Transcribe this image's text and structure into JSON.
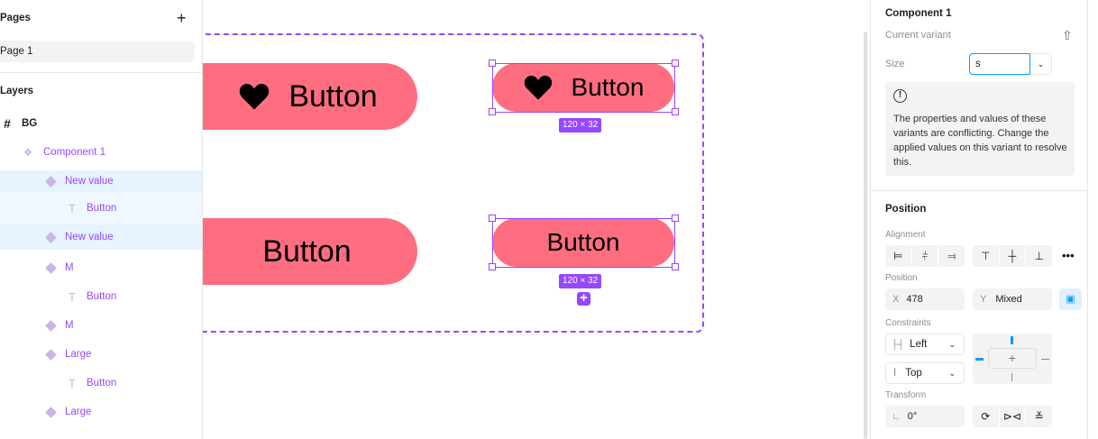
{
  "pages": {
    "title": "Pages",
    "add_icon": "plus-icon",
    "items": [
      {
        "label": "Page 1",
        "selected": true
      }
    ]
  },
  "layers": {
    "title": "Layers",
    "items": [
      {
        "label": "BG",
        "icon": "frame-hash-icon"
      },
      {
        "label": "Component 1",
        "icon": "component-set-icon"
      },
      {
        "label": "New value",
        "icon": "variant-diamond-icon",
        "state": "selected"
      },
      {
        "label": "Button",
        "icon": "text-icon",
        "state": "child-selected"
      },
      {
        "label": "New value",
        "icon": "variant-diamond-icon",
        "state": "selected"
      },
      {
        "label": "M",
        "icon": "variant-diamond-icon"
      },
      {
        "label": "Button",
        "icon": "text-icon"
      },
      {
        "label": "M",
        "icon": "variant-diamond-icon"
      },
      {
        "label": "Large",
        "icon": "variant-diamond-icon"
      },
      {
        "label": "Button",
        "icon": "text-icon"
      },
      {
        "label": "Large",
        "icon": "variant-diamond-icon"
      }
    ]
  },
  "canvas": {
    "button_label": "Button",
    "dimension_label": "120 × 32",
    "button_color": "#ff6e80",
    "selection_color": "#9747ff"
  },
  "inspector": {
    "title": "Component 1",
    "current_variant": "Current variant",
    "property_name": "Size",
    "property_value": "s",
    "warning": "The properties and values of these variants are conflicting. Change the applied values on this variant to resolve this.",
    "position_title": "Position",
    "alignment_label": "Alignment",
    "position_label": "Position",
    "x_label": "X",
    "x_value": "478",
    "y_label": "Y",
    "y_value": "Mixed",
    "constraints_label": "Constraints",
    "h_constraint": "Left",
    "v_constraint": "Top",
    "transform_label": "Transform",
    "rotation": "0°"
  }
}
